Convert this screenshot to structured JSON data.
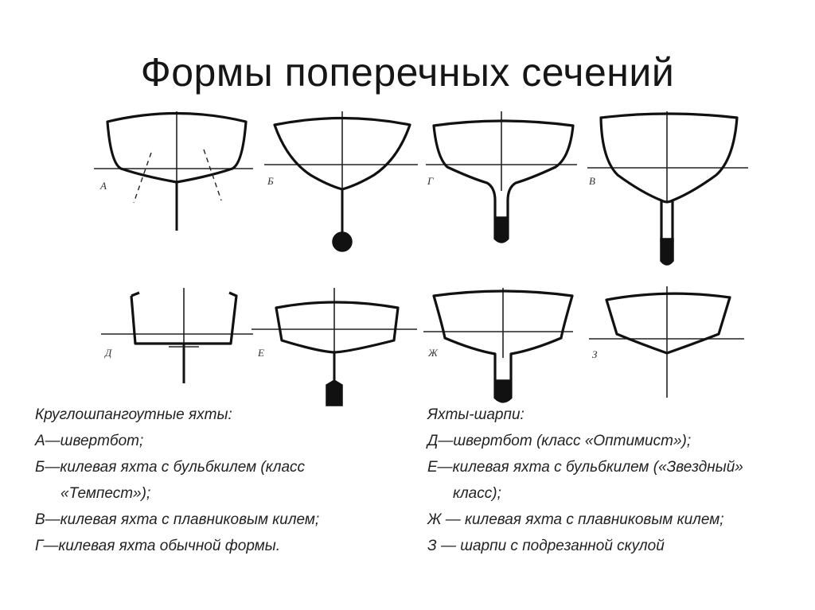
{
  "title": "Формы поперечных сечений",
  "figures": {
    "a": "А",
    "b": "Б",
    "g": "Г",
    "v": "В",
    "d": "Д",
    "e": "Е",
    "zh": "Ж",
    "z": "З"
  },
  "captions": {
    "left": {
      "heading": "Круглошпангоутные яхты:",
      "a": "А—швертбот;",
      "b1": "Б—килевая яхта с бульбкилем (класс",
      "b2": "«Темпест»);",
      "v": "В—килевая яхта с плавниковым килем;",
      "g": "Г—килевая яхта обычной формы."
    },
    "right": {
      "heading": "Яхты-шарпи:",
      "d": "Д—швертбот (класс «Оптимист»);",
      "e1": "Е—килевая яхта с бульбкилем («Звездный»",
      "e2": "класс);",
      "zh": "Ж — килевая яхта с плавниковым килем;",
      "z": "З — шарпи с подрезанной скулой"
    }
  }
}
